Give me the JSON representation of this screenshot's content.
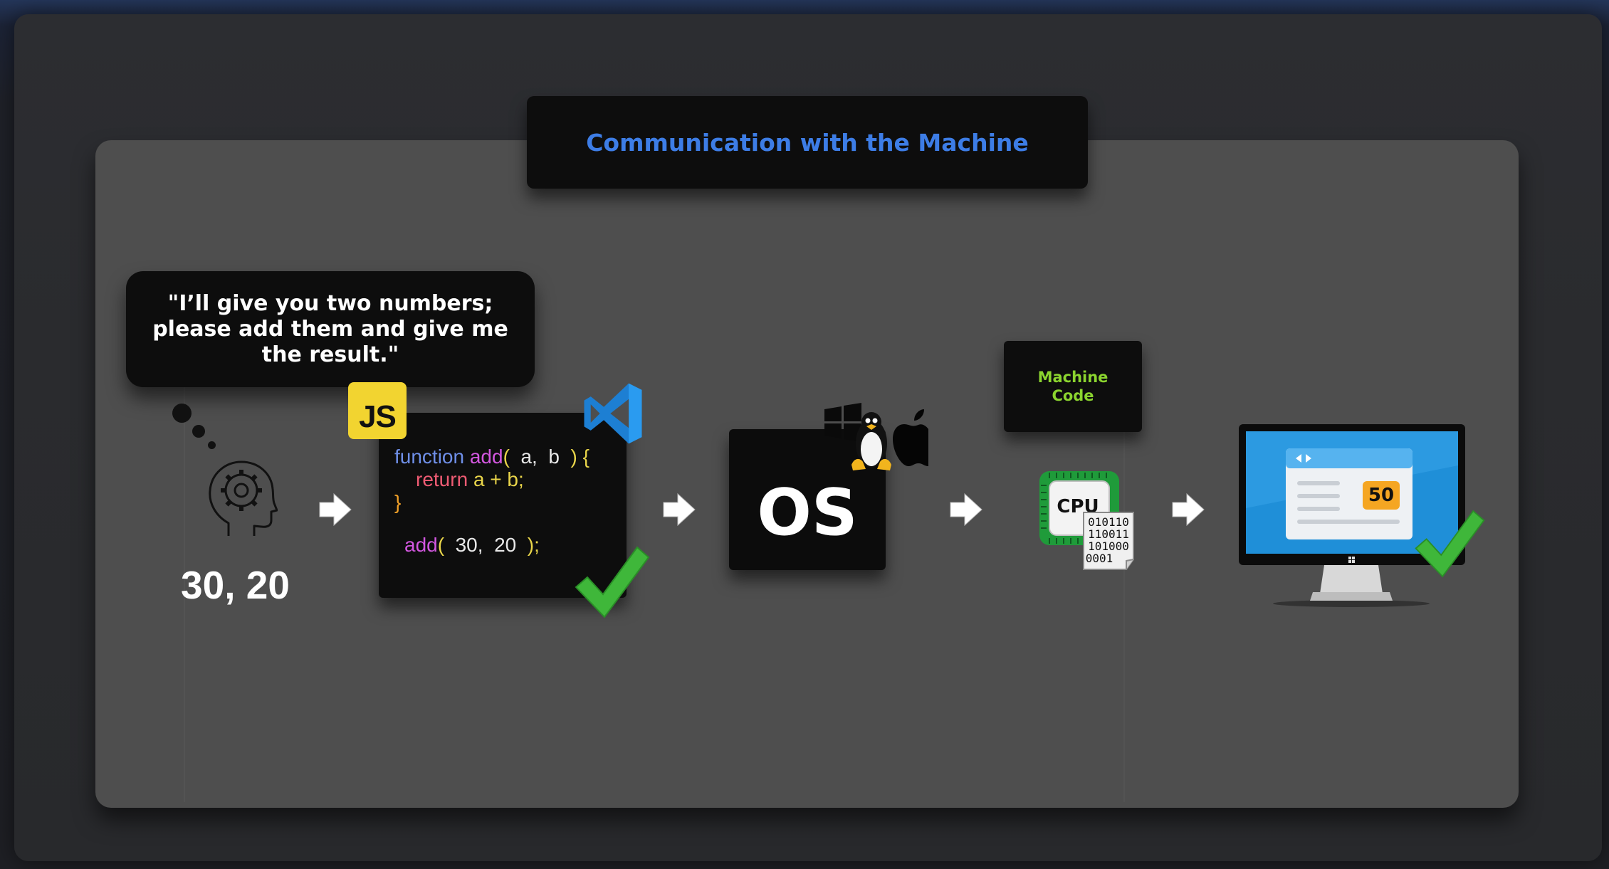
{
  "title": "Communication with the Machine",
  "thought": "\"I’ll give you two numbers; please add them and give me the result.\"",
  "input_numbers": "30, 20",
  "js_badge": "JS",
  "code": {
    "line1": {
      "keyword": "function ",
      "name": "add",
      "paren_open": "( ",
      "params": " a,  b ",
      "tail": " ) {"
    },
    "line2": {
      "keyword": "return ",
      "expr": "a + b;"
    },
    "line3": "}",
    "line4": {
      "name": "add",
      "paren_open": "( ",
      "args": " 30,  20 ",
      "tail": " );"
    }
  },
  "os_label": "OS",
  "machine_code_label": "Machine Code",
  "cpu": {
    "label": "CPU",
    "binary": [
      "010110",
      "110011",
      "101000",
      "0001"
    ]
  },
  "result": "50",
  "colors": {
    "title": "#3d7de6",
    "machine_code": "#8bd42f",
    "js_badge": "#f2d430",
    "check": "#3fb73a",
    "result_badge": "#f5a622"
  },
  "icons": [
    "thought-dots",
    "head-gear-icon",
    "arrow-right-icon",
    "js-logo-icon",
    "vscode-icon",
    "check-icon",
    "windows-icon",
    "linux-tux-icon",
    "apple-icon",
    "cpu-chip-icon",
    "binary-document-icon",
    "monitor-icon"
  ]
}
